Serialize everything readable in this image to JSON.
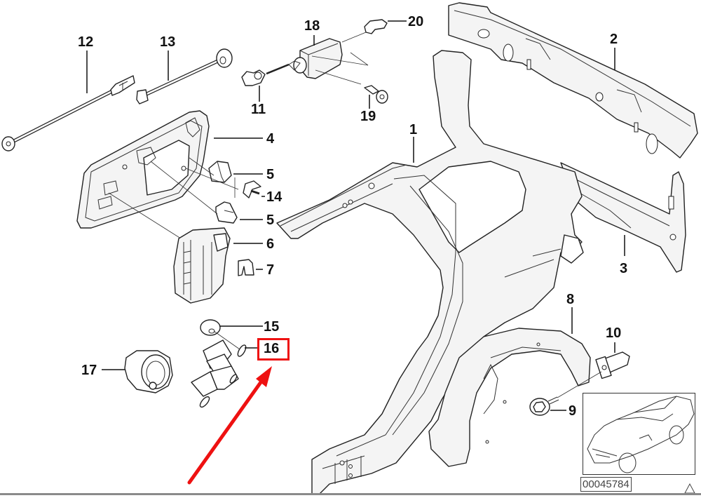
{
  "diagram": {
    "title": "Rear side panel / fuel filler flap exploded parts diagram",
    "reference_number": "00045784",
    "highlight": {
      "label": "16",
      "color": "#ee1111"
    },
    "labels": {
      "p1": "1",
      "p2": "2",
      "p3": "3",
      "p4": "4",
      "p5a": "5",
      "p5b": "5",
      "p6": "6",
      "p7": "7",
      "p8": "8",
      "p9": "9",
      "p10": "10",
      "p11": "11",
      "p12": "12",
      "p13": "13",
      "p14": "14",
      "p15": "15",
      "p16": "16",
      "p17": "17",
      "p18": "18",
      "p19": "19",
      "p20": "20"
    },
    "parts": [
      {
        "number": "1",
        "name": "side-panel"
      },
      {
        "number": "2",
        "name": "rear-panel-upper"
      },
      {
        "number": "3",
        "name": "rear-panel-lower"
      },
      {
        "number": "4",
        "name": "fuel-filler-flap"
      },
      {
        "number": "5",
        "name": "rubber-buffer"
      },
      {
        "number": "6",
        "name": "flap-hinge"
      },
      {
        "number": "7",
        "name": "clip"
      },
      {
        "number": "8",
        "name": "wheel-arch-liner"
      },
      {
        "number": "9",
        "name": "bolt"
      },
      {
        "number": "10",
        "name": "expanding-nut"
      },
      {
        "number": "11",
        "name": "lock-pin"
      },
      {
        "number": "12",
        "name": "release-cable"
      },
      {
        "number": "13",
        "name": "emergency-release-cable"
      },
      {
        "number": "14",
        "name": "buffer-pin"
      },
      {
        "number": "15",
        "name": "grommet-nut"
      },
      {
        "number": "16",
        "name": "bracket-spring"
      },
      {
        "number": "17",
        "name": "filler-neck-grommet"
      },
      {
        "number": "18",
        "name": "actuator"
      },
      {
        "number": "19",
        "name": "screw"
      },
      {
        "number": "20",
        "name": "connector"
      }
    ],
    "annotation": {
      "arrow_color": "#ee1111",
      "points_to": "16"
    },
    "warning_icon": "warning-triangle-icon"
  }
}
